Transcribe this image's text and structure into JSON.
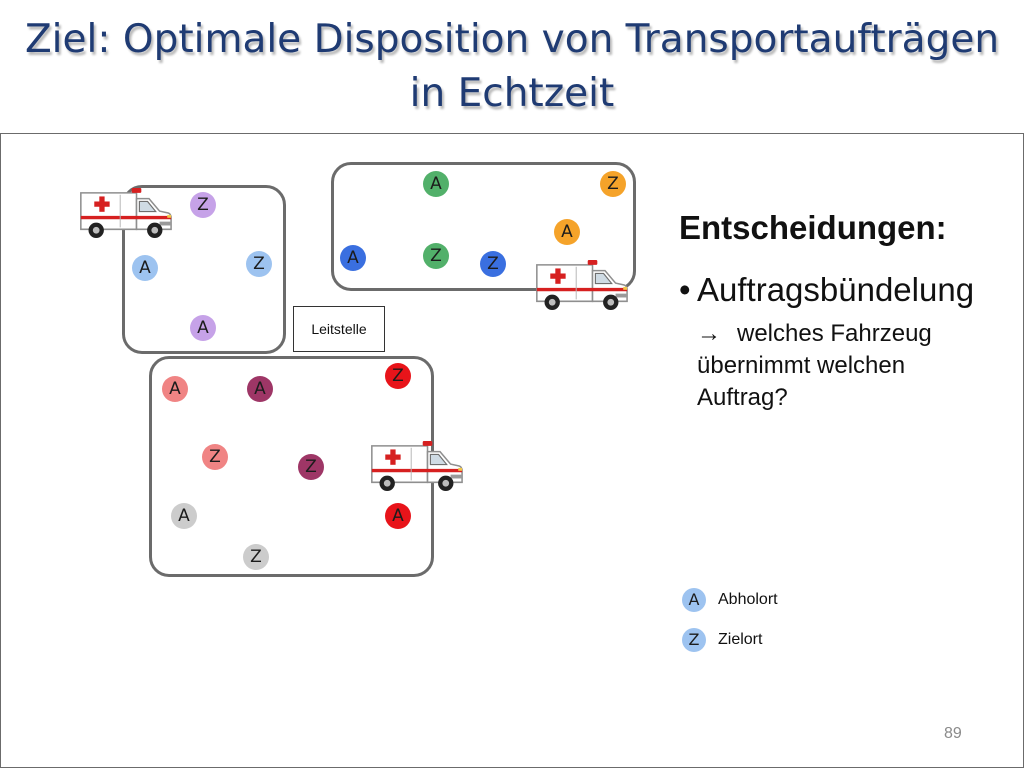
{
  "slide": {
    "title_lines": [
      "Ziel: Optimale Disposition von Transportaufträgen",
      "in Echtzeit"
    ],
    "title_color": "#1f3b73",
    "page_number": "89"
  },
  "regions": [
    {
      "vehicle_icon": "ambulance",
      "markers": [
        {
          "letter": "Z",
          "color": "#c6a2e8"
        },
        {
          "letter": "A",
          "color": "#9dc3f0"
        },
        {
          "letter": "Z",
          "color": "#9dc3f0"
        },
        {
          "letter": "A",
          "color": "#c6a2e8"
        }
      ]
    },
    {
      "vehicle_icon": "ambulance",
      "markers": [
        {
          "letter": "A",
          "color": "#52b06a"
        },
        {
          "letter": "Z",
          "color": "#f5a32a"
        },
        {
          "letter": "A",
          "color": "#f5a32a"
        },
        {
          "letter": "A",
          "color": "#3a6fe0"
        },
        {
          "letter": "Z",
          "color": "#52b06a"
        },
        {
          "letter": "Z",
          "color": "#3a6fe0"
        }
      ]
    },
    {
      "vehicle_icon": "ambulance",
      "markers": [
        {
          "letter": "Z",
          "color": "#e8141a"
        },
        {
          "letter": "A",
          "color": "#f08484"
        },
        {
          "letter": "A",
          "color": "#9e3666"
        },
        {
          "letter": "Z",
          "color": "#f08484"
        },
        {
          "letter": "Z",
          "color": "#9e3666"
        },
        {
          "letter": "A",
          "color": "#cccccc"
        },
        {
          "letter": "A",
          "color": "#e8141a"
        },
        {
          "letter": "Z",
          "color": "#cccccc"
        }
      ]
    }
  ],
  "control_center": {
    "label": "Leitstelle"
  },
  "decisions": {
    "heading": "Entscheidungen:",
    "bullet": "•",
    "item": "Auftragsbündelung",
    "arrow": "→",
    "detail": "welches Fahrzeug übernimmt welchen Auftrag?"
  },
  "legend": [
    {
      "letter": "A",
      "label": "Abholort",
      "color": "#9dc3f0"
    },
    {
      "letter": "Z",
      "label": "Zielort",
      "color": "#9dc3f0"
    }
  ]
}
